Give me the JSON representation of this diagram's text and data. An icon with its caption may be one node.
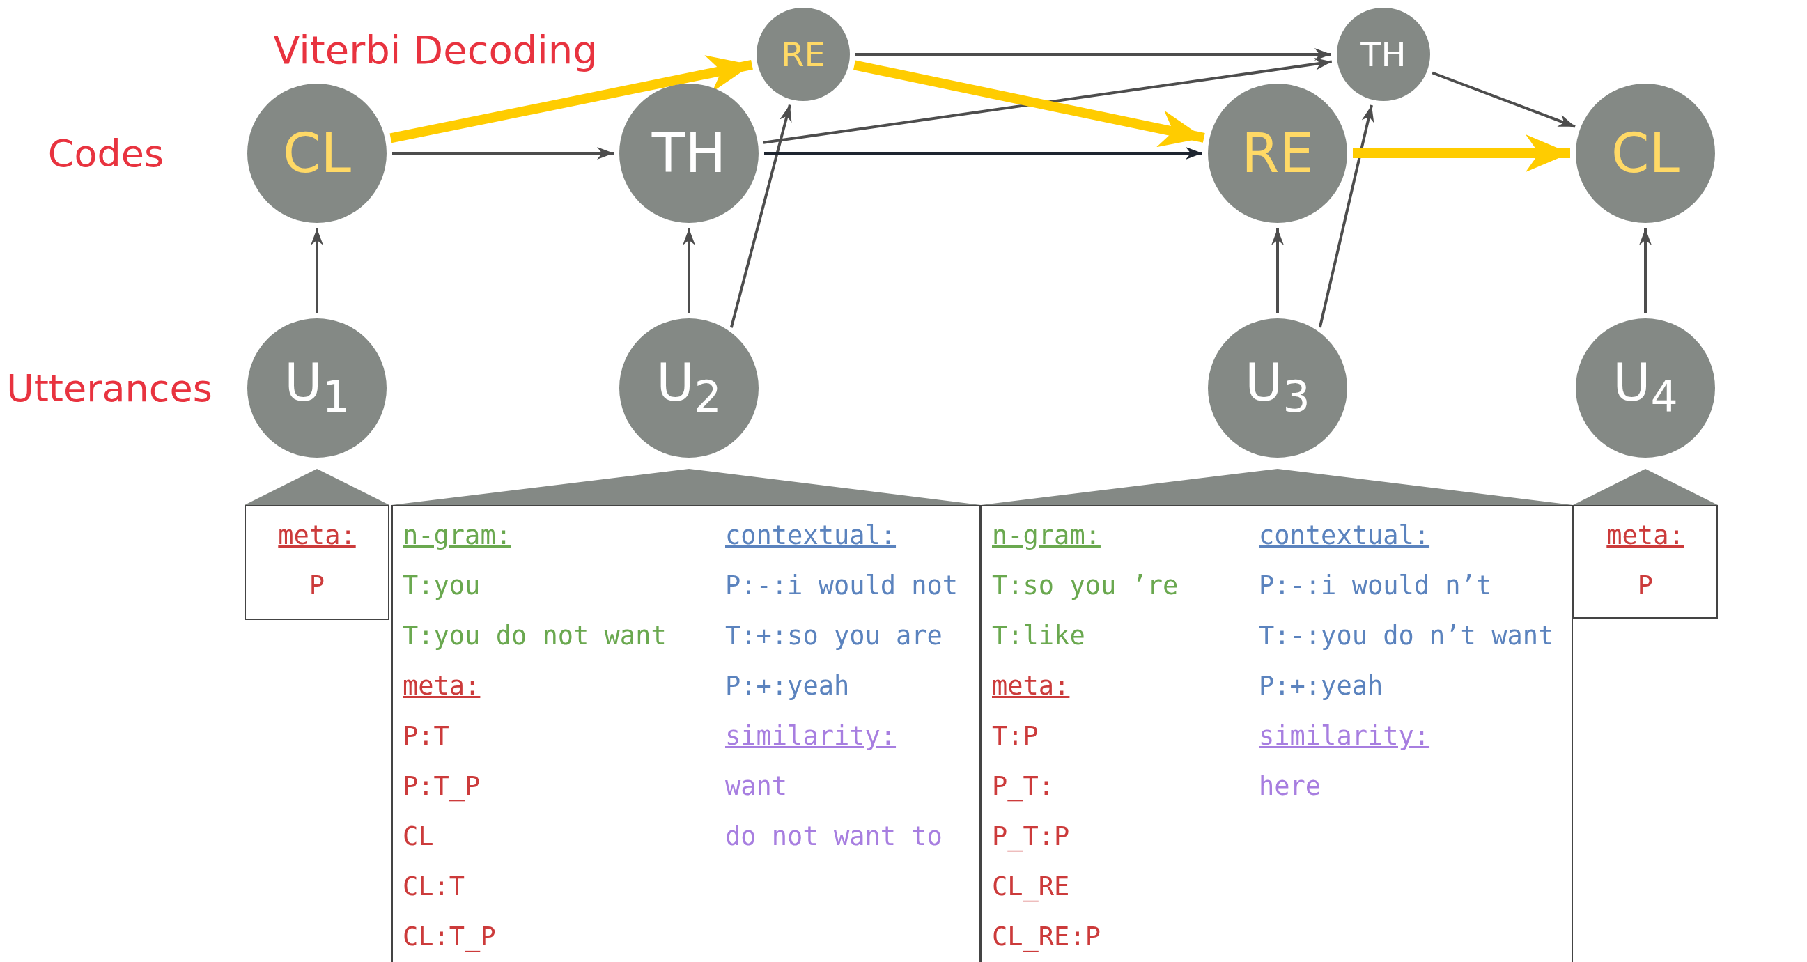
{
  "diagram": {
    "nodes": [
      {
        "text": [
          "CL"
        ]
      },
      {
        "text": [
          "TH"
        ]
      },
      {
        "text": [
          "RE"
        ]
      },
      {
        "text": [
          "RE"
        ]
      },
      {
        "text": [
          "TH"
        ]
      },
      {
        "text": [
          "CL"
        ]
      },
      {
        "text": [
          "U$_{1}$"
        ]
      },
      {
        "text": [
          "U$_{2}$"
        ]
      },
      {
        "text": [
          "U$_{3}$"
        ]
      },
      {
        "text": [
          "U$_{4}$"
        ]
      },
      {
        "text": [
          "meta:",
          "P"
        ]
      },
      {
        "text": [
          "n-gram:",
          "T:you",
          "T:you do not want",
          "meta:",
          "P:T",
          "P:T_P",
          "CL",
          "CL:T",
          "CL:T_P",
          "contextual:",
          "P:-:i would not",
          "T:+:so you are",
          "P:+:yeah",
          "similarity:",
          "want",
          "do not want to"
        ]
      },
      {
        "text": [
          "n-gram:",
          "T:so you ’re",
          "T:like",
          "meta:",
          "T:P",
          "P_T:",
          "P_T:P",
          "CL_RE",
          "CL_RE:P",
          "contextual:",
          "P:-:i would n’t",
          "T:-:you do n’t want",
          "P:+:yeah",
          "similarity:",
          "here"
        ]
      },
      {
        "text": [
          "meta:",
          "P"
        ]
      },
      {
        "text": [],
        "shape": "triangle"
      },
      {
        "text": [],
        "shape": "triangle"
      },
      {
        "text": [],
        "shape": "triangle"
      },
      {
        "text": [],
        "shape": "triangle"
      }
    ],
    "edges": [
      {
        "from": 6,
        "to": 0,
        "arrow": "to"
      },
      {
        "from": 0,
        "to": 1,
        "arrow": "to"
      },
      {
        "from": 0,
        "to": 2,
        "arrow": "to",
        "style": "thick",
        "color": "#ffcc00"
      },
      {
        "from": 7,
        "to": 1,
        "arrow": "to"
      },
      {
        "from": 7,
        "to": 2,
        "arrow": "to"
      },
      {
        "from": 1,
        "to": 3,
        "arrow": "to",
        "color": "#1e2530"
      },
      {
        "from": 1,
        "to": 4,
        "arrow": "to"
      },
      {
        "from": 2,
        "to": 4,
        "arrow": "to"
      },
      {
        "from": 2,
        "to": 3,
        "arrow": "to",
        "style": "thick",
        "color": "#ffcc00"
      },
      {
        "from": 8,
        "to": 3,
        "arrow": "to"
      },
      {
        "from": 8,
        "to": 4,
        "arrow": "to"
      },
      {
        "from": 3,
        "to": 5,
        "arrow": "to",
        "style": "thick",
        "color": "#ffcc00"
      },
      {
        "from": 4,
        "to": 5,
        "arrow": "to"
      },
      {
        "from": 9,
        "to": 5,
        "arrow": "to"
      }
    ],
    "labels": [
      "Viterbi Decoding",
      "Codes",
      "Utterances"
    ]
  }
}
